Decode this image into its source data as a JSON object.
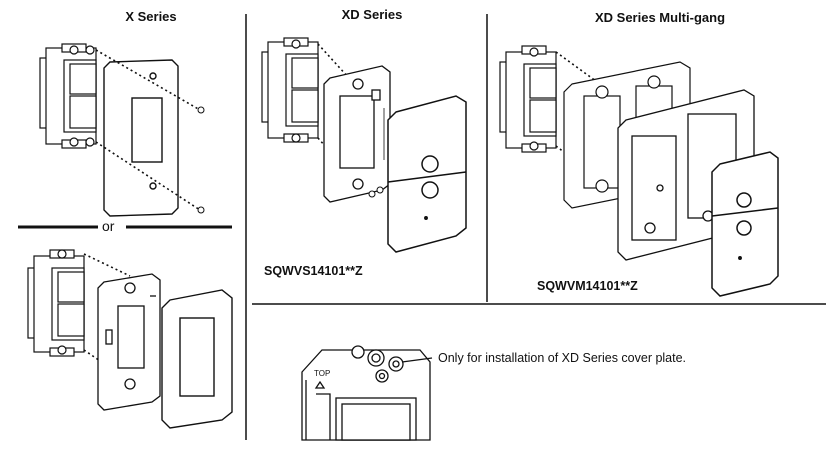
{
  "panels": {
    "x_series": {
      "title": "X Series",
      "separator": "or"
    },
    "xd_series": {
      "title": "XD Series",
      "model": "SQWVS14101**Z"
    },
    "xd_multigang": {
      "title": "XD Series Multi-gang",
      "model": "SQWVM14101**Z"
    },
    "bracket_detail": {
      "note": "Only for installation of XD Series cover plate.",
      "top_label": "TOP"
    }
  },
  "colors": {
    "line": "#111111",
    "fill": "#ffffff"
  }
}
